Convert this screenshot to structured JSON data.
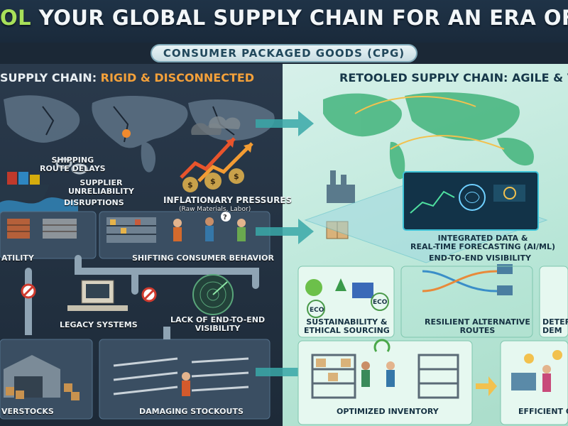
{
  "header": {
    "title_highlight": "OL",
    "title_rest": " YOUR GLOBAL SUPPLY CHAIN FOR AN ERA OF DISRU",
    "subtitle": "CONSUMER PACKAGED GOODS (CPG)"
  },
  "left": {
    "heading_prefix": "SUPPLY CHAIN: ",
    "heading_highlight": "RIGID & DISCONNECTED",
    "labels": {
      "shipping": "SHIPPING\nROUTE DELAYS",
      "supplier": "SUPPLIER\nUNRELIABILITY",
      "disruptions": "DISRUPTIONS",
      "inflation": "INFLATIONARY PRESSURES",
      "inflation_sub": "(Raw Materials, Labor)",
      "atility": "ATILITY",
      "consumer": "SHIFTING CONSUMER BEHAVIOR",
      "legacy": "LEGACY SYSTEMS",
      "visibility": "LACK OF END-TO-END\nVISIBILITY",
      "overstocks": "VERSTOCKS",
      "stockouts": "DAMAGING STOCKOUTS"
    }
  },
  "right": {
    "heading": "RETOOLED SUPPLY CHAIN: AGILE & VI",
    "labels": {
      "integrated": "INTEGRATED DATA &\nREAL-TIME FORECASTING (AI/ML)",
      "e2e": "END-TO-END VISIBILITY",
      "sustainability": "SUSTAINABILITY &\nETHICAL SOURCING",
      "resilient": "RESILIENT ALTERNATIVE\nROUTES",
      "deter": "DETER\nDEM",
      "optimized": "OPTIMIZED INVENTORY",
      "efficient": "EFFICIENT O"
    },
    "eco1": "ECO",
    "eco2": "ECO"
  },
  "colors": {
    "left_bg": "#2a3a4c",
    "right_bg": "#c3eadd",
    "title_accent": "#a8e05a",
    "left_accent": "#f4a13a",
    "arrow": "#3aa8a8"
  }
}
